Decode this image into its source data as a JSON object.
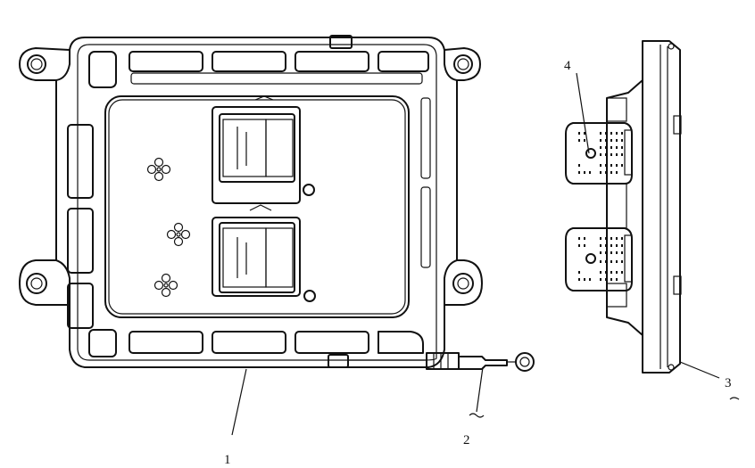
{
  "diagram": {
    "callouts": [
      "1",
      "2",
      "3",
      "4"
    ]
  }
}
